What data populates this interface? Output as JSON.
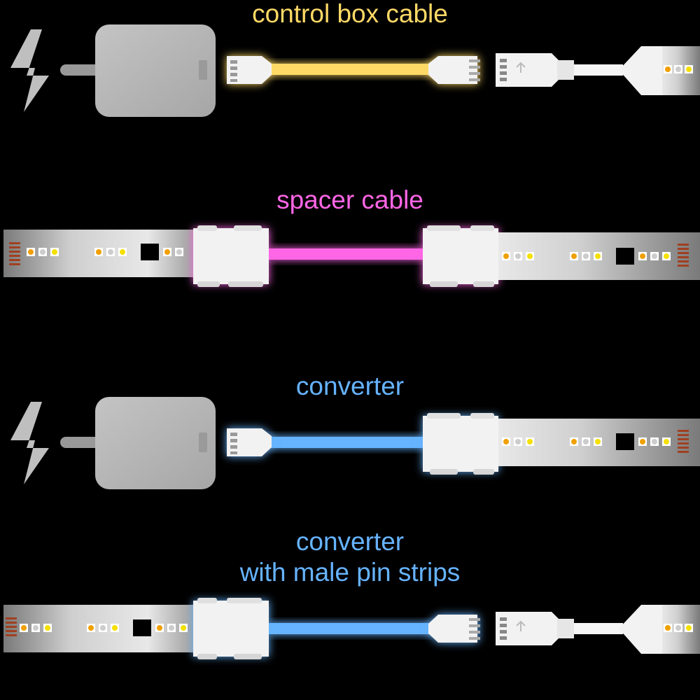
{
  "colors": {
    "background": "#000000",
    "control_box_cable": "#ffd966",
    "spacer_cable": "#ff66e6",
    "converter": "#66b3ff",
    "housing": "#b3b3b3",
    "strip": "#c8c8c8",
    "connector": "#f2f2f2"
  },
  "sections": {
    "control_box_cable": {
      "title": "control box cable"
    },
    "spacer_cable": {
      "title": "spacer cable"
    },
    "converter": {
      "title": "converter"
    },
    "converter_pins": {
      "title_line1": "converter",
      "title_line2": "with male pin strips"
    }
  },
  "icons": [
    "lightning-icon",
    "power-supply-icon",
    "led-strip-icon",
    "plug-connector-icon",
    "clip-connector-icon"
  ]
}
